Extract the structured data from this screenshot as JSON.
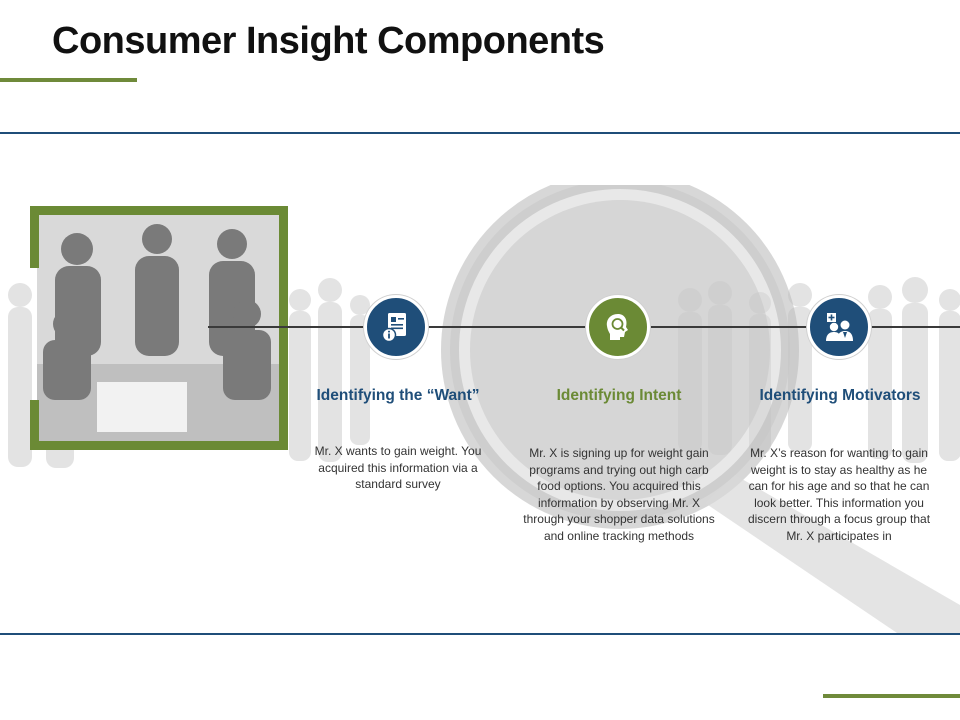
{
  "title": "Consumer Insight Components",
  "colors": {
    "green": "#6b8a35",
    "blue": "#1f4e79"
  },
  "steps": [
    {
      "heading": "Identifying the “Want”",
      "heading_color": "blue",
      "icon": "document-info-icon",
      "description": "Mr. X wants to gain weight. You acquired this information via a standard survey"
    },
    {
      "heading": "Identifying Intent",
      "heading_color": "green",
      "icon": "head-search-icon",
      "description": "Mr. X is signing up for weight gain programs and trying out high carb food options. You acquired this information by observing Mr. X through your shopper data solutions and online tracking methods"
    },
    {
      "heading": "Identifying Motivators",
      "heading_color": "blue",
      "icon": "doctor-patient-icon",
      "description": "Mr. X’s reason for wanting to gain weight is to stay as healthy as he can for his age and so that he can look better. This information you discern through a focus group that Mr. X participates in"
    }
  ]
}
